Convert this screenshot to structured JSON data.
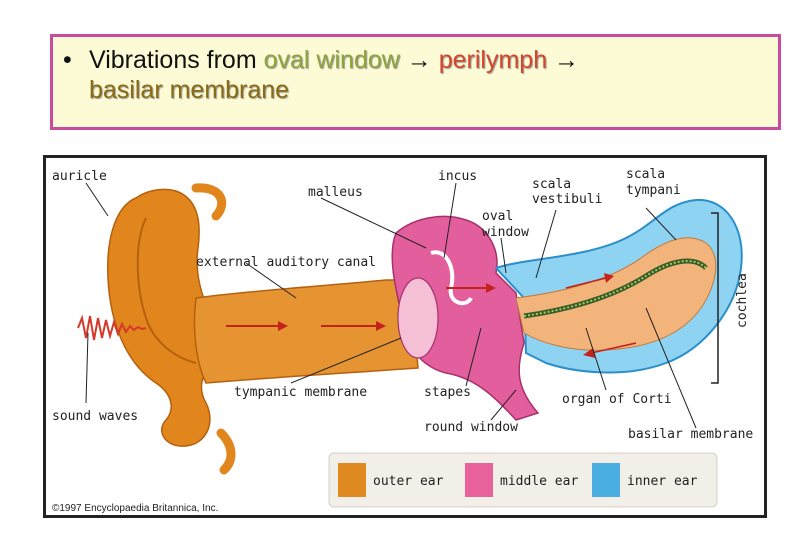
{
  "caption": {
    "bullet": "•",
    "prefix": "Vibrations from",
    "oval_window": "oval window",
    "arrow1": "→",
    "perilymph": "perilymph",
    "arrow2": "→",
    "basilar": "basilar membrane"
  },
  "diagram": {
    "labels": {
      "auricle": "auricle",
      "malleus": "malleus",
      "incus": "incus",
      "scala_vestibuli_1": "scala",
      "scala_vestibuli_2": "vestibuli",
      "scala_tympani_1": "scala",
      "scala_tympani_2": "tympani",
      "oval_window_1": "oval",
      "oval_window_2": "window",
      "external_canal": "external auditory canal",
      "cochlea": "cochlea",
      "tympanic_membrane": "tympanic membrane",
      "stapes": "stapes",
      "sound_waves": "sound waves",
      "organ_of_corti": "organ of Corti",
      "round_window": "round window",
      "basilar_membrane": "basilar membrane"
    },
    "legend": [
      {
        "label": "outer ear",
        "color": "#e08a22"
      },
      {
        "label": "middle ear",
        "color": "#e8619a"
      },
      {
        "label": "inner ear",
        "color": "#4aaee0"
      }
    ],
    "copyright": "©1997 Encyclopaedia Britannica, Inc.",
    "colors": {
      "outer_ear": "#e0861c",
      "middle_ear": "#e35e9c",
      "inner_ear": "#8fd3f2",
      "sound_wave": "#d43a2a",
      "arrow": "#c4231c"
    }
  }
}
